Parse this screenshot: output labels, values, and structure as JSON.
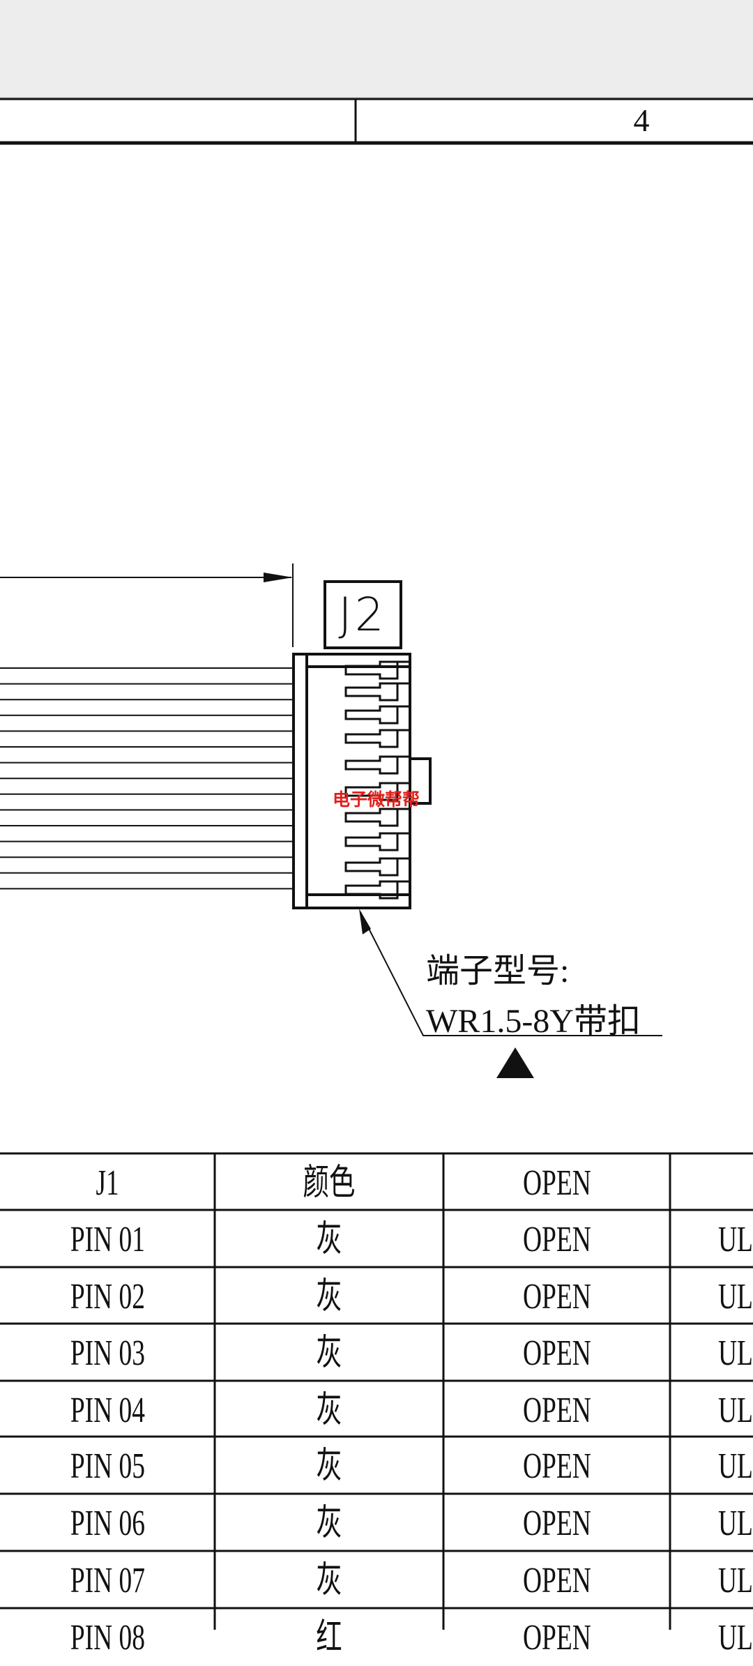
{
  "title_block": {
    "sheet_number": "4"
  },
  "drawing": {
    "connector_label": "J2",
    "terminal_label": "端子型号:",
    "terminal_model": "WR1.5-8Y带扣",
    "watermark": "电子微帮帮",
    "watermark_color": "#e0201c"
  },
  "table": {
    "headers": [
      "J1",
      "颜色",
      "OPEN",
      ""
    ],
    "rows": [
      [
        "PIN 01",
        "灰",
        "OPEN",
        "UL"
      ],
      [
        "PIN 02",
        "灰",
        "OPEN",
        "UL"
      ],
      [
        "PIN 03",
        "灰",
        "OPEN",
        "UL"
      ],
      [
        "PIN 04",
        "灰",
        "OPEN",
        "UL"
      ],
      [
        "PIN 05",
        "灰",
        "OPEN",
        "UL"
      ],
      [
        "PIN 06",
        "灰",
        "OPEN",
        "UL"
      ],
      [
        "PIN 07",
        "灰",
        "OPEN",
        "UL"
      ],
      [
        "PIN 08",
        "红",
        "OPEN",
        "UL"
      ]
    ]
  }
}
